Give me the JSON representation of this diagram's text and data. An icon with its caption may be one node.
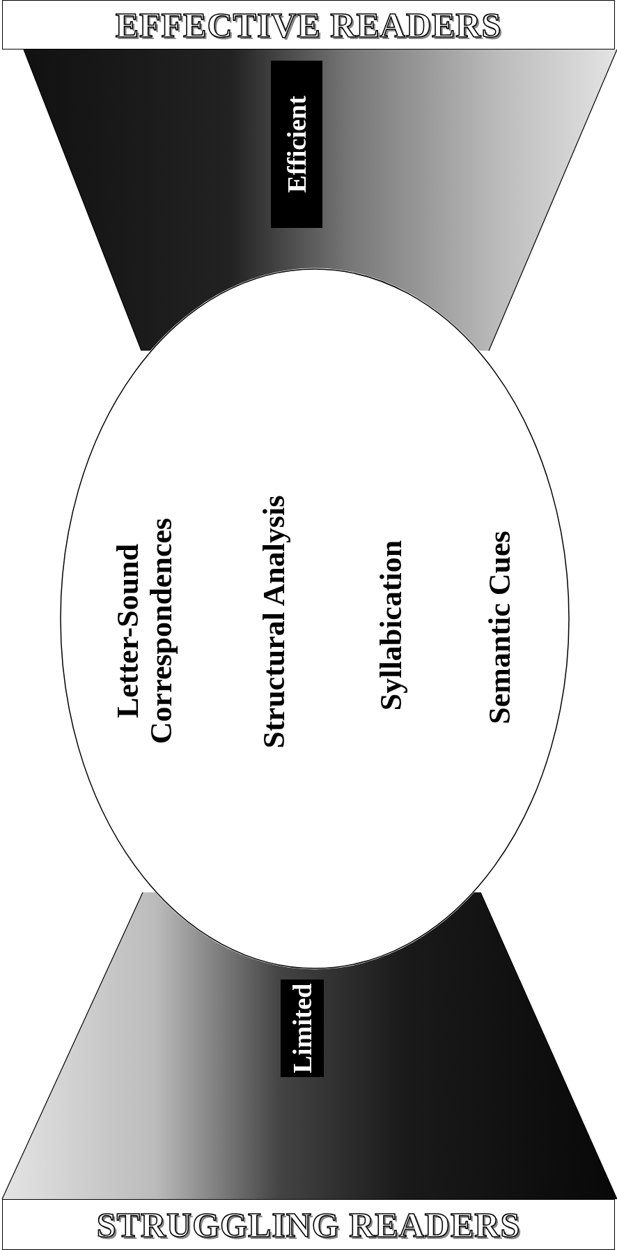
{
  "diagram": {
    "nodes": [
      {
        "text": [
          "EFFECTIVE READERS"
        ]
      },
      {
        "text": [
          "Efficient"
        ]
      },
      {
        "text": [
          "Letter-Sound Correspondences",
          "Structural Analysis",
          "Syllabication",
          "Semantic Cues"
        ]
      },
      {
        "text": [
          "Limited"
        ]
      },
      {
        "text": [
          "STRUGGLING READERS"
        ]
      }
    ]
  }
}
